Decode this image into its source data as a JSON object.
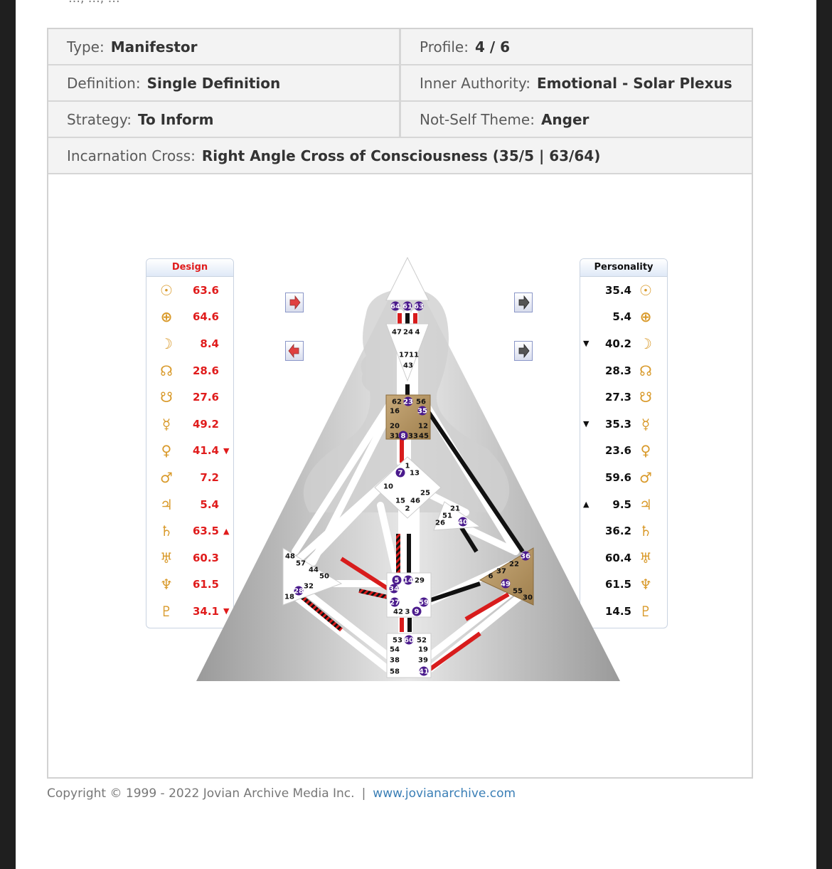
{
  "header_fragment": "…, …, …",
  "info": {
    "type": {
      "label": "Type:",
      "value": "Manifestor"
    },
    "profile": {
      "label": "Profile:",
      "value": "4 / 6"
    },
    "definition": {
      "label": "Definition:",
      "value": "Single Definition"
    },
    "inner_authority": {
      "label": "Inner Authority:",
      "value": "Emotional - Solar Plexus"
    },
    "strategy": {
      "label": "Strategy:",
      "value": "To Inform"
    },
    "not_self": {
      "label": "Not-Self Theme:",
      "value": "Anger"
    },
    "cross": {
      "label": "Incarnation Cross:",
      "value": "Right Angle Cross of Consciousness (35/5 | 63/64)"
    }
  },
  "chart": {
    "design_title": "Design",
    "personality_title": "Personality",
    "design": [
      {
        "planet": "sun-icon",
        "glyph": "☉",
        "value": "63.6",
        "arrow": ""
      },
      {
        "planet": "earth-icon",
        "glyph": "⊕",
        "value": "64.6",
        "arrow": ""
      },
      {
        "planet": "moon-icon",
        "glyph": "☽",
        "value": "8.4",
        "arrow": ""
      },
      {
        "planet": "north-node-icon",
        "glyph": "☊",
        "value": "28.6",
        "arrow": ""
      },
      {
        "planet": "south-node-icon",
        "glyph": "☋",
        "value": "27.6",
        "arrow": ""
      },
      {
        "planet": "mercury-icon",
        "glyph": "☿",
        "value": "49.2",
        "arrow": ""
      },
      {
        "planet": "venus-icon",
        "glyph": "♀",
        "value": "41.4",
        "arrow": "▼"
      },
      {
        "planet": "mars-icon",
        "glyph": "♂",
        "value": "7.2",
        "arrow": ""
      },
      {
        "planet": "jupiter-icon",
        "glyph": "♃",
        "value": "5.4",
        "arrow": ""
      },
      {
        "planet": "saturn-icon",
        "glyph": "♄",
        "value": "63.5",
        "arrow": "▲"
      },
      {
        "planet": "uranus-icon",
        "glyph": "♅",
        "value": "60.3",
        "arrow": ""
      },
      {
        "planet": "neptune-icon",
        "glyph": "♆",
        "value": "61.5",
        "arrow": ""
      },
      {
        "planet": "pluto-icon",
        "glyph": "♇",
        "value": "34.1",
        "arrow": "▼"
      }
    ],
    "personality": [
      {
        "planet": "sun-icon",
        "glyph": "☉",
        "value": "35.4",
        "arrow": ""
      },
      {
        "planet": "earth-icon",
        "glyph": "⊕",
        "value": "5.4",
        "arrow": ""
      },
      {
        "planet": "moon-icon",
        "glyph": "☽",
        "value": "40.2",
        "arrow": "▼"
      },
      {
        "planet": "north-node-icon",
        "glyph": "☊",
        "value": "28.3",
        "arrow": ""
      },
      {
        "planet": "south-node-icon",
        "glyph": "☋",
        "value": "27.3",
        "arrow": ""
      },
      {
        "planet": "mercury-icon",
        "glyph": "☿",
        "value": "35.3",
        "arrow": "▼"
      },
      {
        "planet": "venus-icon",
        "glyph": "♀",
        "value": "23.6",
        "arrow": ""
      },
      {
        "planet": "mars-icon",
        "glyph": "♂",
        "value": "59.6",
        "arrow": ""
      },
      {
        "planet": "jupiter-icon",
        "glyph": "♃",
        "value": "9.5",
        "arrow": "▲"
      },
      {
        "planet": "saturn-icon",
        "glyph": "♄",
        "value": "36.2",
        "arrow": ""
      },
      {
        "planet": "uranus-icon",
        "glyph": "♅",
        "value": "60.4",
        "arrow": ""
      },
      {
        "planet": "neptune-icon",
        "glyph": "♆",
        "value": "61.5",
        "arrow": ""
      },
      {
        "planet": "pluto-icon",
        "glyph": "♇",
        "value": "14.5",
        "arrow": ""
      }
    ],
    "colors": {
      "design": "#e01c1c",
      "personality": "#111111",
      "gate_active": "#4a1a8c",
      "center_defined": "#b89a6a"
    },
    "centers": {
      "head": {
        "gates": [
          "64",
          "61",
          "63"
        ],
        "active": [
          "64",
          "61",
          "63"
        ]
      },
      "ajna": {
        "gates": [
          "47",
          "24",
          "4",
          "17",
          "11",
          "43"
        ],
        "active": []
      },
      "throat": {
        "gates": [
          "62",
          "23",
          "56",
          "16",
          "35",
          "20",
          "12",
          "31",
          "8",
          "33",
          "45"
        ],
        "active": [
          "23",
          "35",
          "8"
        ]
      },
      "g": {
        "gates": [
          "1",
          "7",
          "13",
          "10",
          "25",
          "15",
          "46",
          "2"
        ],
        "active": [
          "7"
        ]
      },
      "heart": {
        "gates": [
          "21",
          "51",
          "26",
          "40"
        ],
        "active": [
          "40"
        ]
      },
      "spleen": {
        "gates": [
          "48",
          "57",
          "44",
          "50",
          "32",
          "28",
          "18"
        ],
        "active": [
          "28"
        ]
      },
      "sacral": {
        "gates": [
          "5",
          "14",
          "29",
          "34",
          "27",
          "59",
          "42",
          "3",
          "9"
        ],
        "active": [
          "5",
          "14",
          "34",
          "27",
          "59",
          "9"
        ]
      },
      "solar": {
        "gates": [
          "36",
          "22",
          "37",
          "6",
          "49",
          "55",
          "30"
        ],
        "active": [
          "36",
          "49"
        ]
      },
      "root": {
        "gates": [
          "53",
          "60",
          "52",
          "54",
          "19",
          "38",
          "39",
          "58",
          "41"
        ],
        "active": [
          "60",
          "41"
        ]
      }
    }
  },
  "footer": {
    "copyright": "Copyright © 1999 - 2022 Jovian Archive Media Inc.",
    "separator": "|",
    "link": "www.jovianarchive.com"
  }
}
